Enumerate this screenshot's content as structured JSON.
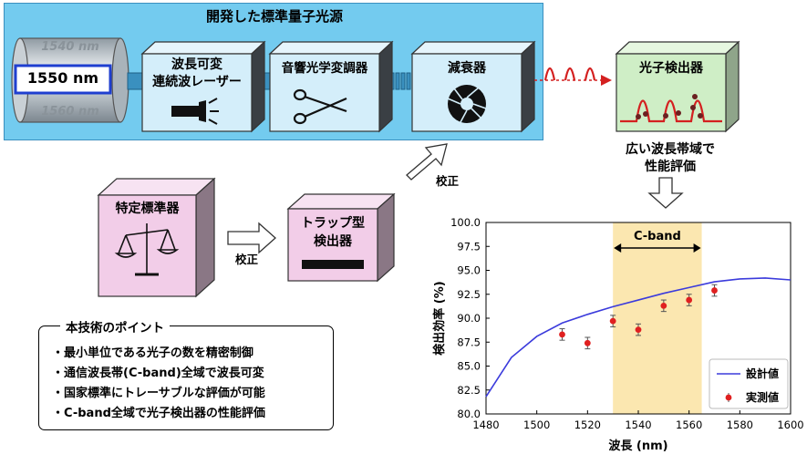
{
  "panel": {
    "title": "開発した標準量子光源"
  },
  "tunable_filter": {
    "wl_top": "1540 nm",
    "wl_selected": "1550 nm",
    "wl_bottom": "1560 nm"
  },
  "laser": {
    "line1": "波長可変",
    "line2": "連続波レーザー"
  },
  "modulator": {
    "label": "音響光学変調器"
  },
  "attenuator": {
    "label": "減衰器"
  },
  "detector": {
    "label": "光子検出器"
  },
  "detector_caption": {
    "line1": "広い波長帯域で",
    "line2": "性能評価"
  },
  "calibration_label_1": "校正",
  "calibration_label_2": "校正",
  "standard_device": {
    "label": "特定標準器"
  },
  "trap_detector": {
    "line1": "トラップ型",
    "line2": "検出器"
  },
  "points": {
    "title": "本技術のポイント",
    "items": [
      "・最小単位である光子の数を精密制御",
      "・通信波長帯(C-band)全域で波長可変",
      "・国家標準にトレーサブルな評価が可能",
      "・C-band全域で光子検出器の性能評価"
    ]
  },
  "colors": {
    "panel": "#73cbef",
    "box_blue": "#d4eefa",
    "box_pink": "#f2cde8",
    "box_green": "#cfeec6",
    "cband": "#fbe7b0",
    "design": "#3b3bdc",
    "measured": "#e02020"
  },
  "chart_data": {
    "type": "line",
    "xlabel": "波長 (nm)",
    "ylabel": "検出効率 (%)",
    "xlim": [
      1480,
      1600
    ],
    "ylim": [
      80.0,
      100.0
    ],
    "xticks": [
      "1480",
      "1500",
      "1520",
      "1540",
      "1560",
      "1580",
      "1600"
    ],
    "yticks": [
      "80.0",
      "82.5",
      "85.0",
      "87.5",
      "90.0",
      "92.5",
      "95.0",
      "97.5",
      "100.0"
    ],
    "band": {
      "label": "C-band",
      "from": 1530,
      "to": 1565
    },
    "legend_position": "bottom-right",
    "series": [
      {
        "name": "設計値",
        "kind": "line",
        "x": [
          1480,
          1490,
          1500,
          1510,
          1520,
          1530,
          1540,
          1550,
          1560,
          1570,
          1580,
          1590,
          1600
        ],
        "y": [
          81.8,
          85.9,
          88.1,
          89.5,
          90.4,
          91.2,
          91.9,
          92.6,
          93.2,
          93.8,
          94.1,
          94.2,
          94.0
        ]
      },
      {
        "name": "実測値",
        "kind": "errorbar",
        "x": [
          1510,
          1520,
          1530,
          1540,
          1550,
          1560,
          1570
        ],
        "y": [
          88.3,
          87.4,
          89.7,
          88.8,
          91.3,
          91.9,
          92.9
        ],
        "err": [
          0.6,
          0.6,
          0.6,
          0.6,
          0.6,
          0.6,
          0.6
        ]
      }
    ]
  }
}
